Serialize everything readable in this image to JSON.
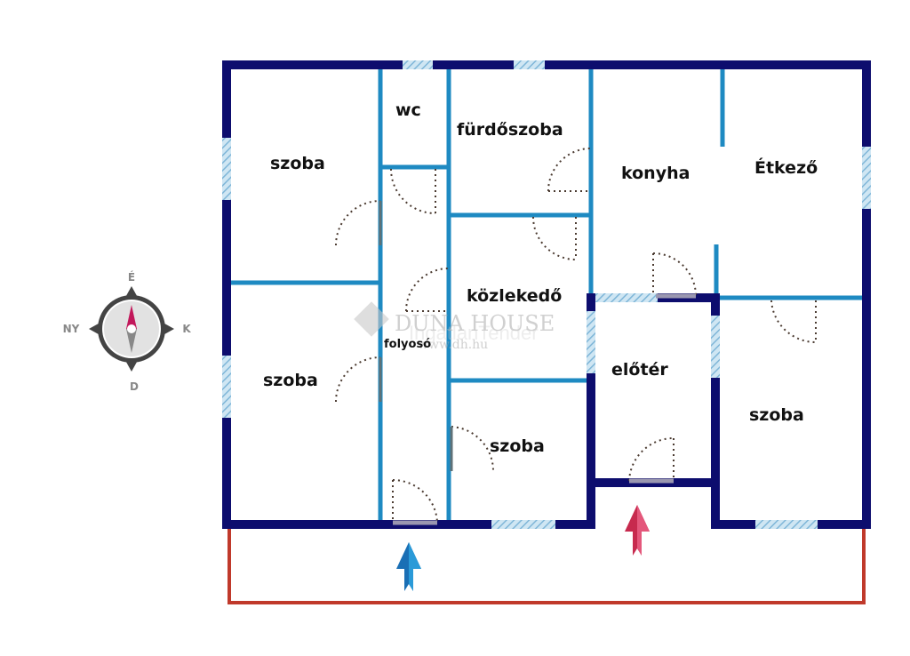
{
  "rooms": {
    "szoba_nw": "szoba",
    "wc": "wc",
    "furdoszoba": "fürdőszoba",
    "konyha": "konyha",
    "etkezo": "Étkező",
    "kozlekedo": "közlekedő",
    "szoba_w": "szoba",
    "folyoso": "folyosó",
    "eloter": "előtér",
    "szoba_s": "szoba",
    "szoba_e": "szoba"
  },
  "compass": {
    "north": "É",
    "east": "K",
    "south": "D",
    "west": "NY"
  },
  "watermark": {
    "brand": "DUNA HOUSE",
    "url": "www.dh.hu",
    "faint": "IngatlanTender"
  },
  "colors": {
    "outer_wall": "#0d0d6e",
    "inner_wall": "#1e8ac2",
    "plot_border": "#c0392b",
    "entrance_main": "#d6385e",
    "entrance_side": "#1a6fb5"
  }
}
